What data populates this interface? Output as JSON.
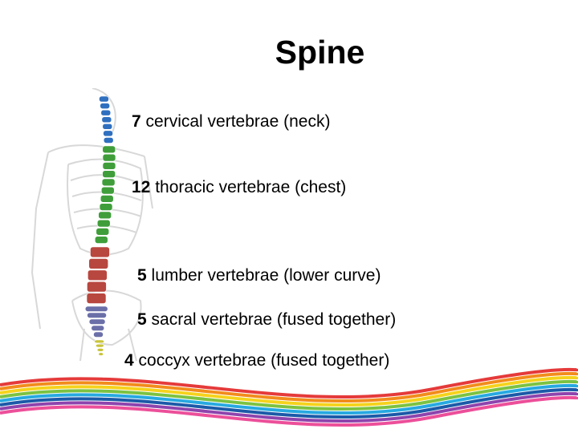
{
  "slide": {
    "title": "Spine"
  },
  "labels": [
    {
      "number": "7",
      "text": "cervical vertebrae (neck)",
      "color": "#2f6fbf"
    },
    {
      "number": "12",
      "text": "thoracic vertebrae (chest)",
      "color": "#3f9e3a"
    },
    {
      "number": "5",
      "text": "lumber vertebrae (lower curve)",
      "color": "#b8473f"
    },
    {
      "number": "5",
      "text": "sacral vertebrae (fused together)",
      "color": "#6b6fa8"
    },
    {
      "number": "4",
      "text": "coccyx vertebrae (fused together)",
      "color": "#c9c43a"
    }
  ],
  "colors": {
    "ribbon_colors": [
      "#e53a3a",
      "#f28c1c",
      "#f5d31c",
      "#7cc242",
      "#27a9e1",
      "#1c5aa8",
      "#8e44ad",
      "#ec4f9a"
    ]
  }
}
